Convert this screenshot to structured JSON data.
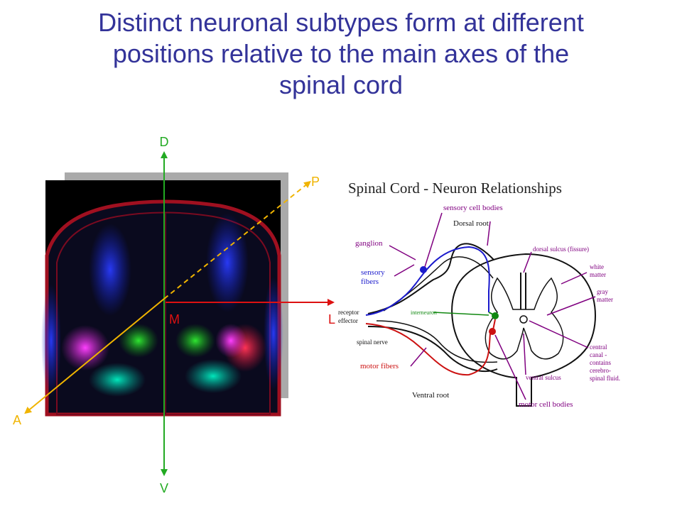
{
  "slide": {
    "title_lines": [
      "Distinct neuronal subtypes form at different",
      "positions relative to the main axes of the",
      "spinal cord"
    ]
  },
  "axes": {
    "dorsal": "D",
    "ventral": "V",
    "medial": "M",
    "lateral": "L",
    "anterior": "A",
    "posterior": "P",
    "colors": {
      "dv": "#22aa22",
      "ml": "#dd1111",
      "ap": "#f0b400"
    }
  },
  "diagram": {
    "title": "Spinal Cord - Neuron Relationships",
    "labels": {
      "sensory_cell_bodies": "sensory cell bodies",
      "dorsal_root": "Dorsal root",
      "ganglion": "ganglion",
      "dorsal_sulcus": "dorsal sulcus (fissure)",
      "sensory_fibers_1": "sensory",
      "sensory_fibers_2": "fibers",
      "white_matter_1": "white",
      "white_matter_2": "matter",
      "gray_matter_1": "gray",
      "gray_matter_2": "matter",
      "receptor": "receptor",
      "effector": "effector",
      "interneuron": "interneuron",
      "spinal_nerve": "spinal nerve",
      "central_canal_1": "central",
      "central_canal_2": "canal -",
      "central_canal_3": "contains",
      "central_canal_4": "cerebro-",
      "central_canal_5": "spinal fluid.",
      "motor_fibers": "motor fibers",
      "ventral_sulcus": "ventral sulcus",
      "ventral_root": "Ventral root",
      "motor_cell_bodies": "motor cell bodies"
    },
    "colors": {
      "sensory": "#1a1acc",
      "motor": "#cc1111",
      "interneuron": "#118811",
      "purple": "#800080"
    }
  }
}
